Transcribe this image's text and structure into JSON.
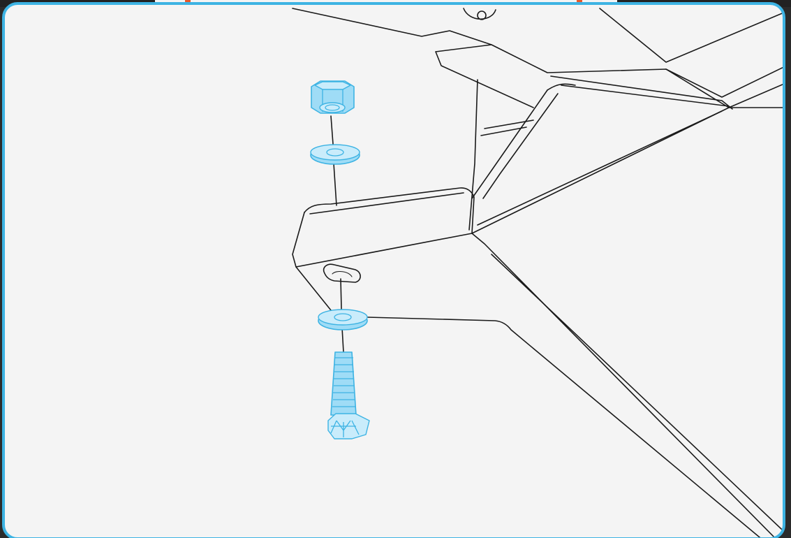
{
  "colors": {
    "frame_border": "#3db3e3",
    "hardware_fill": "#9fdcf6",
    "hardware_stroke": "#3db3e3",
    "line_art": "#1a1a1a",
    "background": "#f4f4f4",
    "marker": "#e8572a"
  },
  "parts": {
    "nut": "lock-nut",
    "upper_washer": "flat-washer",
    "lower_washer": "flat-washer",
    "bolt": "hex-bolt",
    "bracket": "metal-bracket"
  }
}
